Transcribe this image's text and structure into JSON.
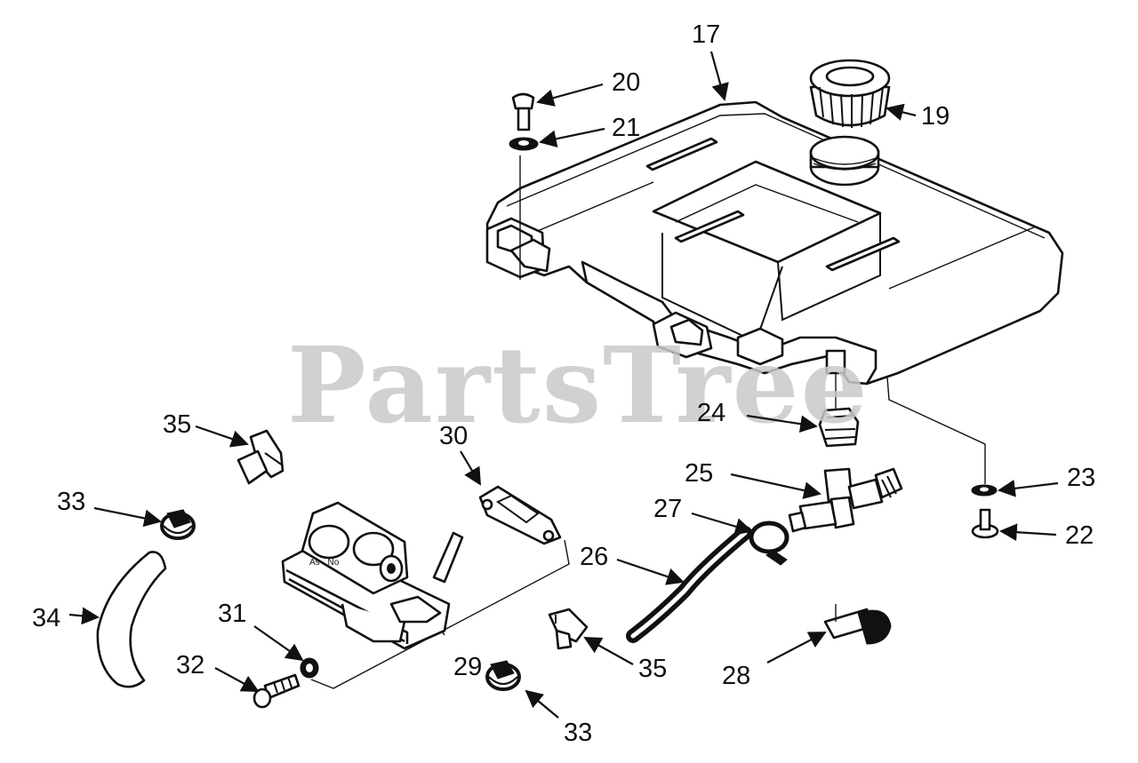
{
  "watermark": "PartsTree",
  "callouts": [
    {
      "id": "c17",
      "text": "17"
    },
    {
      "id": "c19",
      "text": "19"
    },
    {
      "id": "c20",
      "text": "20"
    },
    {
      "id": "c21",
      "text": "21"
    },
    {
      "id": "c22",
      "text": "22"
    },
    {
      "id": "c23",
      "text": "23"
    },
    {
      "id": "c24",
      "text": "24"
    },
    {
      "id": "c25",
      "text": "25"
    },
    {
      "id": "c26",
      "text": "26"
    },
    {
      "id": "c27",
      "text": "27"
    },
    {
      "id": "c28",
      "text": "28"
    },
    {
      "id": "c29",
      "text": "29"
    },
    {
      "id": "c30",
      "text": "30"
    },
    {
      "id": "c31",
      "text": "31"
    },
    {
      "id": "c32",
      "text": "32"
    },
    {
      "id": "c33a",
      "text": "33"
    },
    {
      "id": "c33b",
      "text": "33"
    },
    {
      "id": "c34",
      "text": "34"
    },
    {
      "id": "c35a",
      "text": "35"
    },
    {
      "id": "c35b",
      "text": "35"
    }
  ]
}
